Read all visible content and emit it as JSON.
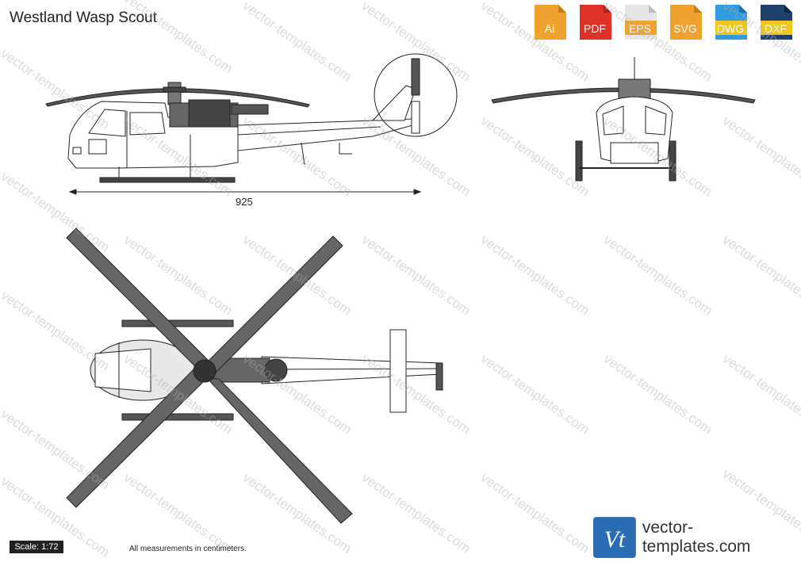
{
  "page": {
    "title": "Westland Wasp Scout"
  },
  "formats": [
    {
      "label": "Ai",
      "color": "#f0a22e"
    },
    {
      "label": "PDF",
      "color": "#e0302a"
    },
    {
      "label": "EPS",
      "color": "#e8e8e8"
    },
    {
      "label": "SVG",
      "color": "#f0a22e"
    },
    {
      "label": "DWG",
      "color": "#2f9be0"
    },
    {
      "label": "DXF",
      "color": "#1f3f6e"
    }
  ],
  "dimension": {
    "length": "925"
  },
  "footer": {
    "scale": "Scale: 1:72",
    "note": "All measurements in centimeters."
  },
  "brand": {
    "logo": "Vt",
    "site": "vector-templates.com",
    "color": "#2a6db5"
  },
  "watermark": {
    "text": "vector-templates.com"
  }
}
